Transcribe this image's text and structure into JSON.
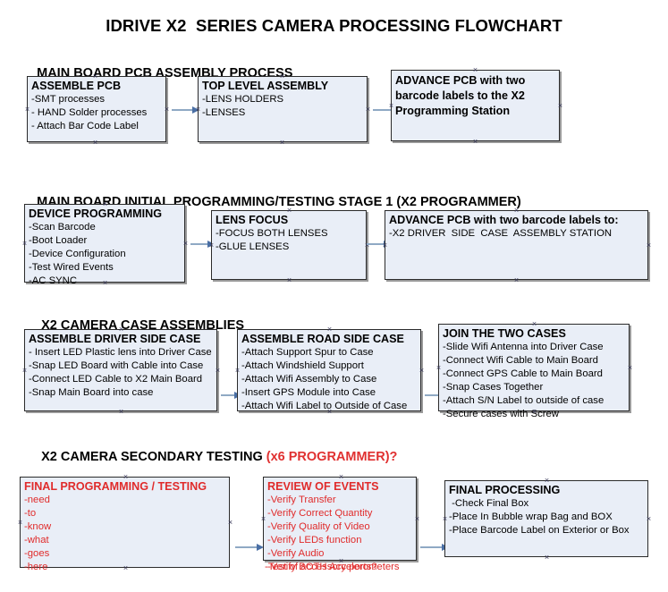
{
  "title": "IDRIVE X2  SERIES CAMERA PROCESSING FLOWCHART",
  "colors": {
    "box_fill": "#e9eef7",
    "box_border": "#2b2b2b",
    "arrow": "#8fa9c4",
    "arrow_head": "#4a6fa5",
    "text": "#000000",
    "accent_red": "#e02b2b"
  },
  "sections": [
    {
      "id": "main-board-pcb-assembly-process",
      "heading": "MAIN BOARD PCB ASSEMBLY PROCESS",
      "heading_accent": "",
      "boxes": [
        {
          "id": "assemble-pcb",
          "title": "ASSEMBLE PCB",
          "lines": [
            "-SMT processes",
            "- HAND Solder processes",
            "- Attach Bar Code Label"
          ]
        },
        {
          "id": "top-level-assembly",
          "title": "TOP LEVEL ASSEMBLY",
          "lines": [
            "-LENS HOLDERS",
            "-LENSES"
          ]
        },
        {
          "id": "advance-pcb-to-x2-programming-station",
          "title": "ADVANCE PCB with two\nbarcode labels to the\n X2 Programming Station",
          "lines": []
        }
      ]
    },
    {
      "id": "main-board-initial-programming-testing-stage-1",
      "heading": "MAIN BOARD INITIAL PROGRAMMING/TESTING STAGE 1 (X2 PROGRAMMER)",
      "heading_accent": "",
      "boxes": [
        {
          "id": "device-programming",
          "title": "DEVICE PROGRAMMING",
          "lines": [
            "-Scan Barcode",
            "-Boot Loader",
            "-Device Configuration",
            "-Test Wired Events",
            "-AC SYNC"
          ]
        },
        {
          "id": "lens-focus",
          "title": "LENS FOCUS",
          "lines": [
            "-FOCUS BOTH LENSES",
            "-GLUE LENSES"
          ]
        },
        {
          "id": "advance-pcb-to-driver-side-case-assembly",
          "title": "ADVANCE PCB with two barcode labels to:",
          "lines": [
            "-X2 DRIVER  SIDE  CASE  ASSEMBLY STATION"
          ]
        }
      ]
    },
    {
      "id": "x2-camera-case-assemblies",
      "heading": "X2 CAMERA CASE ASSEMBLIES",
      "heading_accent": "",
      "boxes": [
        {
          "id": "assemble-driver-side-case",
          "title": "ASSEMBLE DRIVER SIDE CASE",
          "lines": [
            "- Insert LED Plastic lens into Driver Case",
            "-Snap LED Board with Cable into Case",
            "-Connect LED Cable to X2 Main Board",
            "-Snap Main Board into case"
          ]
        },
        {
          "id": "assemble-road-side-case",
          "title": "ASSEMBLE ROAD SIDE CASE",
          "lines": [
            "-Attach Support Spur to Case",
            "-Attach Windshield Support",
            "-Attach Wifi Assembly to Case",
            "-Insert GPS Module into Case",
            "-Attach Wifi Label to Outside of Case"
          ]
        },
        {
          "id": "join-the-two-cases",
          "title": "JOIN THE TWO CASES",
          "lines": [
            "-Slide Wifi Antenna into Driver Case",
            "-Connect Wifi Cable to Main Board",
            "-Connect GPS Cable to Main Board",
            "-Snap Cases Together",
            "-Attach S/N Label to outside of case",
            "-Secure cases with Screw"
          ]
        }
      ]
    },
    {
      "id": "x2-camera-secondary-testing",
      "heading": "X2 CAMERA SECONDARY TESTING ",
      "heading_accent": "(x6 PROGRAMMER)?",
      "boxes": [
        {
          "id": "final-programming-testing",
          "title": "FINAL PROGRAMMING / TESTING",
          "lines": [
            "-need",
            "-to",
            "-know",
            "-what",
            "-goes",
            "-here"
          ]
        },
        {
          "id": "review-of-events",
          "title": "REVIEW OF EVENTS",
          "lines": [
            "-Verify Transfer",
            "-Verify Correct Quantity",
            "-Verify Quality of Video",
            "-Verify LEDs function",
            "-Verify Audio",
            "-Verify BOTH Accelerometers"
          ],
          "overflow_line": "-Test of accessory ports?"
        },
        {
          "id": "final-processing",
          "title": "FINAL PROCESSING",
          "lines": [
            " -Check Final Box",
            "-Place In Bubble wrap Bag and BOX",
            "-Place Barcode Label on Exterior or Box"
          ]
        }
      ]
    }
  ]
}
